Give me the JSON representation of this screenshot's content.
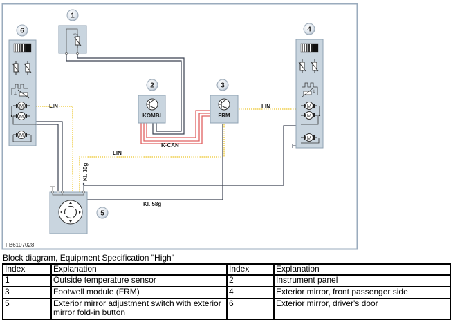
{
  "diagram": {
    "figure_id": "FB6107028",
    "components": [
      {
        "index": "1",
        "label": ""
      },
      {
        "index": "2",
        "label": "KOMBI"
      },
      {
        "index": "3",
        "label": "FRM"
      },
      {
        "index": "4",
        "label": ""
      },
      {
        "index": "5",
        "label": ""
      },
      {
        "index": "6",
        "label": ""
      }
    ],
    "wire_labels": {
      "lin_left": "LIN",
      "lin_middle": "LIN",
      "lin_right": "LIN",
      "kcan": "K-CAN",
      "kl30g": "Kl. 30g",
      "kl58g": "Kl. 58g"
    },
    "colors": {
      "module_fill": "#c9d5df",
      "module_stroke": "#8fa2b3",
      "wire": "#3a4150",
      "kcan": "#e06060",
      "lin": "#f0d050",
      "frame": "#9aabbd"
    }
  },
  "caption": "Block diagram, Equipment Specification \"High\"",
  "legend": {
    "headers": [
      "Index",
      "Explanation",
      "Index",
      "Explanation"
    ],
    "rows": [
      [
        "1",
        "Outside temperature sensor",
        "2",
        "Instrument panel"
      ],
      [
        "3",
        "Footwell module (FRM)",
        "4",
        "Exterior mirror, front passenger side"
      ],
      [
        "5",
        "Exterior mirror adjustment switch with exterior mirror fold-in button",
        "6",
        "Exterior mirror, driver's door"
      ]
    ]
  }
}
